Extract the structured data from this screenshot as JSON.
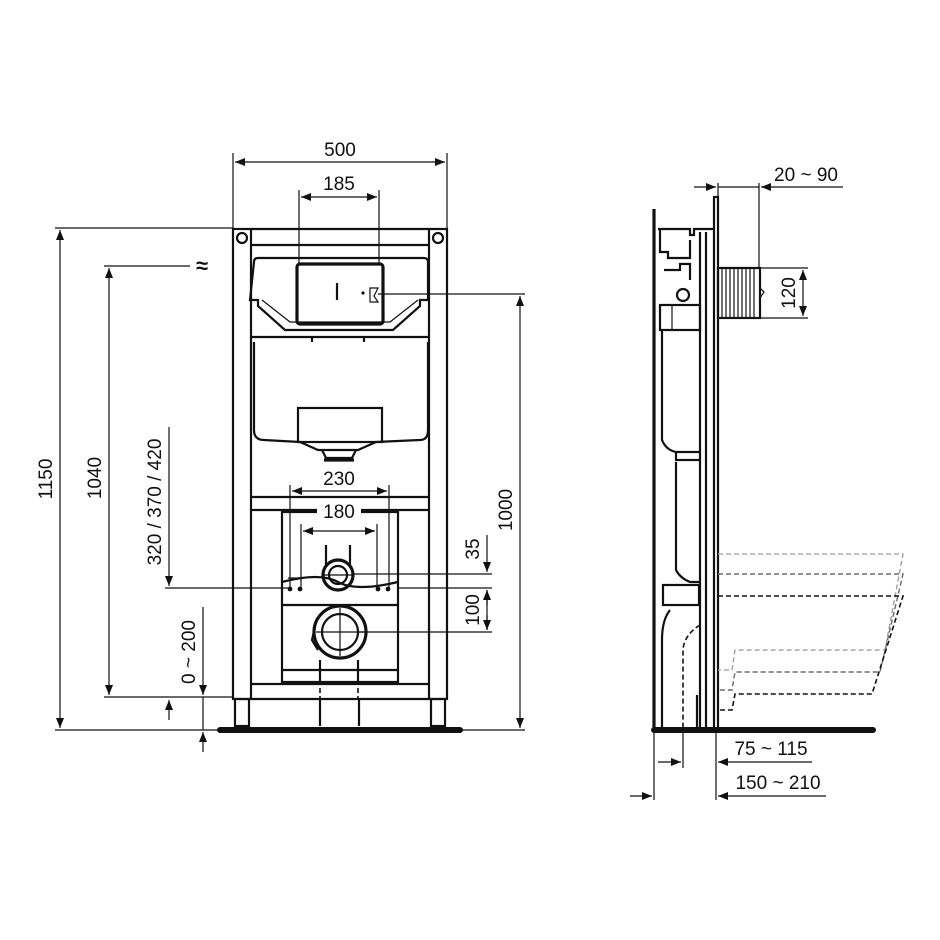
{
  "drawing": {
    "front_view": {
      "dimensions": {
        "overall_width": "500",
        "flush_plate_width": "185",
        "drain_width": "230",
        "fixing_width": "180",
        "overall_height": "1150",
        "water_inlet_height": "1040",
        "fixing_bolt_height": "320 / 370 / 420",
        "floor_adjust": "0 ~ 200",
        "actuator_height": "1000",
        "bolt_offset": "35",
        "drain_offset": "100"
      },
      "symbols": {
        "water_inlet": "≈"
      }
    },
    "side_view": {
      "dimensions": {
        "wall_thickness": "20 ~ 90",
        "flush_opening": "120",
        "drain_depth": "75 ~ 115",
        "frame_depth": "150 ~ 210"
      }
    },
    "colors": {
      "line": "#111111",
      "background": "#ffffff",
      "ghost_light": "#9a9a9a",
      "ghost_mid": "#6a6a6a"
    }
  }
}
